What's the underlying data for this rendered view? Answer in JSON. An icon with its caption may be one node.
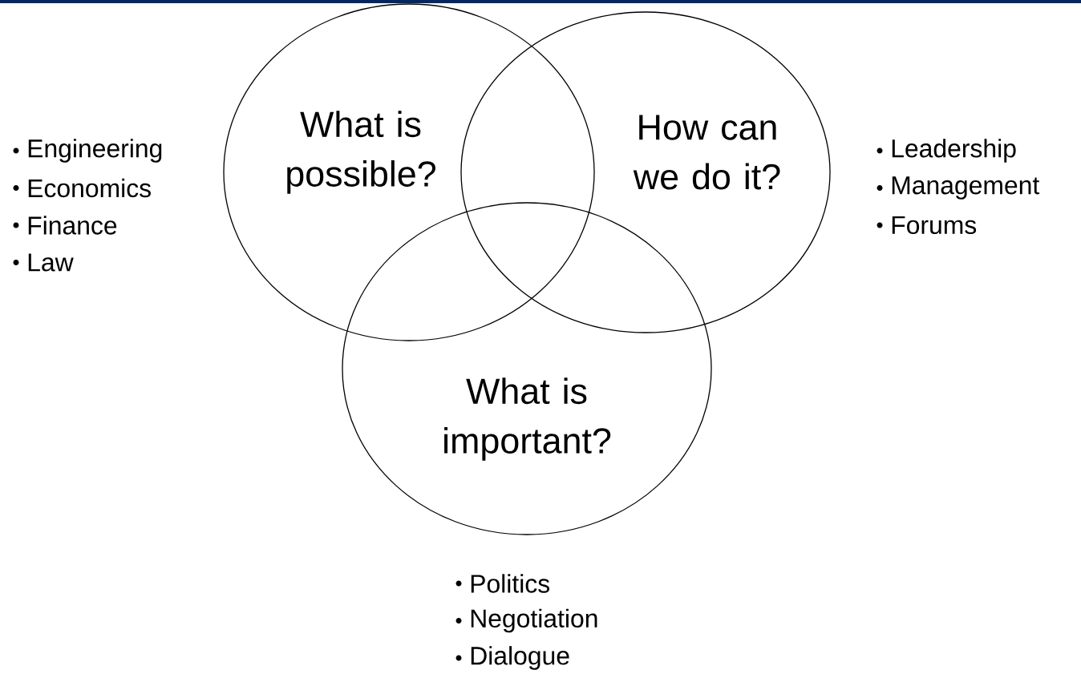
{
  "diagram": {
    "nodes": [
      {
        "text": [
          "What is possible?"
        ],
        "beside": [
          "Engineering",
          "Economics",
          "Finance",
          "Law"
        ]
      },
      {
        "text": [
          "How can we do it?"
        ],
        "beside": [
          "Leadership",
          "Management",
          "Forums"
        ]
      },
      {
        "text": [
          "What is important?"
        ],
        "beside": [
          "Politics",
          "Negotiation",
          "Dialogue"
        ]
      }
    ]
  }
}
